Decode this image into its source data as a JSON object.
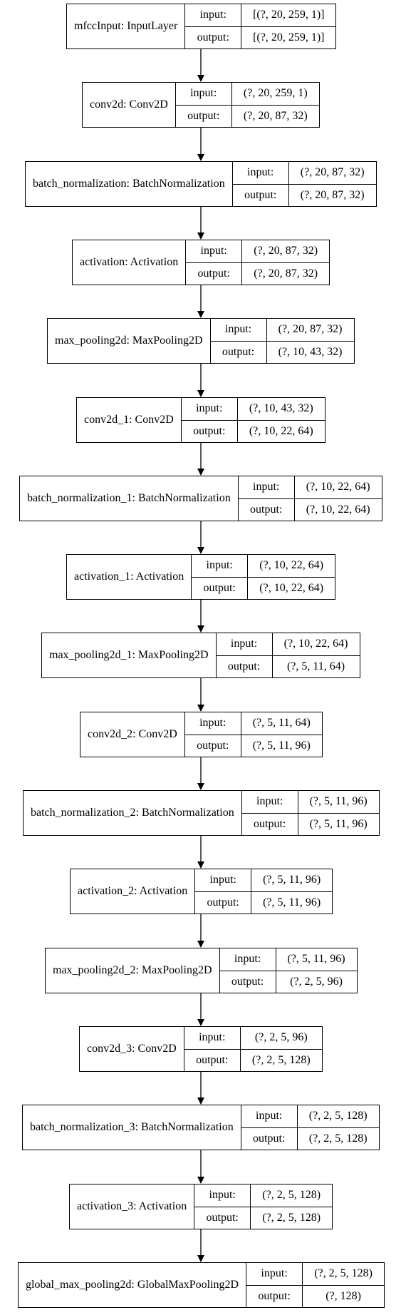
{
  "input_label": "input:",
  "output_label": "output:",
  "layers": [
    {
      "name": "mfccInput: InputLayer",
      "input": "[(?, 20, 259, 1)]",
      "output": "[(?, 20, 259, 1)]"
    },
    {
      "name": "conv2d: Conv2D",
      "input": "(?, 20, 259, 1)",
      "output": "(?, 20, 87, 32)"
    },
    {
      "name": "batch_normalization: BatchNormalization",
      "input": "(?, 20, 87, 32)",
      "output": "(?, 20, 87, 32)"
    },
    {
      "name": "activation: Activation",
      "input": "(?, 20, 87, 32)",
      "output": "(?, 20, 87, 32)"
    },
    {
      "name": "max_pooling2d: MaxPooling2D",
      "input": "(?, 20, 87, 32)",
      "output": "(?, 10, 43, 32)"
    },
    {
      "name": "conv2d_1: Conv2D",
      "input": "(?, 10, 43, 32)",
      "output": "(?, 10, 22, 64)"
    },
    {
      "name": "batch_normalization_1: BatchNormalization",
      "input": "(?, 10, 22, 64)",
      "output": "(?, 10, 22, 64)"
    },
    {
      "name": "activation_1: Activation",
      "input": "(?, 10, 22, 64)",
      "output": "(?, 10, 22, 64)"
    },
    {
      "name": "max_pooling2d_1: MaxPooling2D",
      "input": "(?, 10, 22, 64)",
      "output": "(?, 5, 11, 64)"
    },
    {
      "name": "conv2d_2: Conv2D",
      "input": "(?, 5, 11, 64)",
      "output": "(?, 5, 11, 96)"
    },
    {
      "name": "batch_normalization_2: BatchNormalization",
      "input": "(?, 5, 11, 96)",
      "output": "(?, 5, 11, 96)"
    },
    {
      "name": "activation_2: Activation",
      "input": "(?, 5, 11, 96)",
      "output": "(?, 5, 11, 96)"
    },
    {
      "name": "max_pooling2d_2: MaxPooling2D",
      "input": "(?, 5, 11, 96)",
      "output": "(?, 2, 5, 96)"
    },
    {
      "name": "conv2d_3: Conv2D",
      "input": "(?, 2, 5, 96)",
      "output": "(?, 2, 5, 128)"
    },
    {
      "name": "batch_normalization_3: BatchNormalization",
      "input": "(?, 2, 5, 128)",
      "output": "(?, 2, 5, 128)"
    },
    {
      "name": "activation_3: Activation",
      "input": "(?, 2, 5, 128)",
      "output": "(?, 2, 5, 128)"
    },
    {
      "name": "global_max_pooling2d: GlobalMaxPooling2D",
      "input": "(?, 2, 5, 128)",
      "output": "(?, 128)"
    }
  ]
}
